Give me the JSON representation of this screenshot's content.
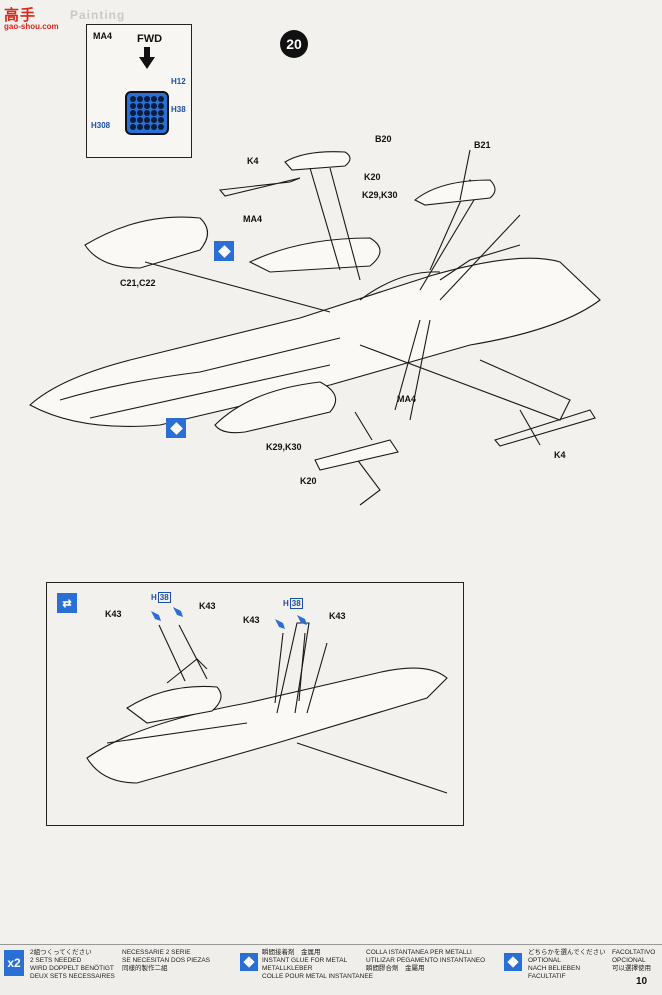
{
  "watermark": {
    "site_cn": "高手",
    "site_url": "gao-shou.com"
  },
  "header": {
    "faint_title": "Painting"
  },
  "step": {
    "number": "20"
  },
  "inset": {
    "code": "MA4",
    "direction": "FWD",
    "color_refs": [
      "H12",
      "H38",
      "H308"
    ]
  },
  "labels": {
    "b20": "B20",
    "b21": "B21",
    "k4_top": "K4",
    "k20_top": "K20",
    "k29k30_top": "K29,K30",
    "ma4_top": "MA4",
    "c21c22": "C21,C22",
    "ma4_mid": "MA4",
    "k29k30_bottom": "K29,K30",
    "k20_bottom": "K20",
    "k4_bottom": "K4"
  },
  "optional": {
    "h_left": "H",
    "h_left_code": "38",
    "h_right": "H",
    "h_right_code": "38",
    "k43_a": "K43",
    "k43_b": "K43",
    "k43_c": "K43",
    "k43_d": "K43"
  },
  "legend": {
    "x2_label": "x2",
    "sets_needed": [
      "2組つくってください",
      "2 SETS NEEDED",
      "WIRD DOPPELT BENÖTIGT",
      "DEUX SETS NECESSAIRES"
    ],
    "sets_needed_2": [
      "NECESSARIE 2 SERIE",
      "SE NECESITAN DOS PIEZAS",
      "同樣的製作二組"
    ],
    "instant_glue": [
      "瞬間接着剤　金属用",
      "INSTANT GLUE FOR METAL",
      "METALLKLEBER",
      "COLLE POUR METAL INSTANTANEE"
    ],
    "instant_glue_2": [
      "COLLA ISTANTANEA PER METALLI",
      "UTILIZAR PEGAMENTO INSTANTANEO",
      "瞬間膠合劑　金屬用"
    ],
    "optional_opts": [
      "どちらかを選んでください",
      "OPTIONAL",
      "NACH BELIEBEN",
      "FACULTATIF"
    ],
    "optional_opts_2": [
      "FACOLTATIVO",
      "OPCIONAL",
      "可以選擇使用"
    ]
  },
  "page": {
    "number": "10"
  },
  "colors": {
    "accent_blue": "#2a6fd6",
    "ink": "#111111",
    "paper": "#f2f1ee",
    "watermark_red": "#d62a1a"
  }
}
